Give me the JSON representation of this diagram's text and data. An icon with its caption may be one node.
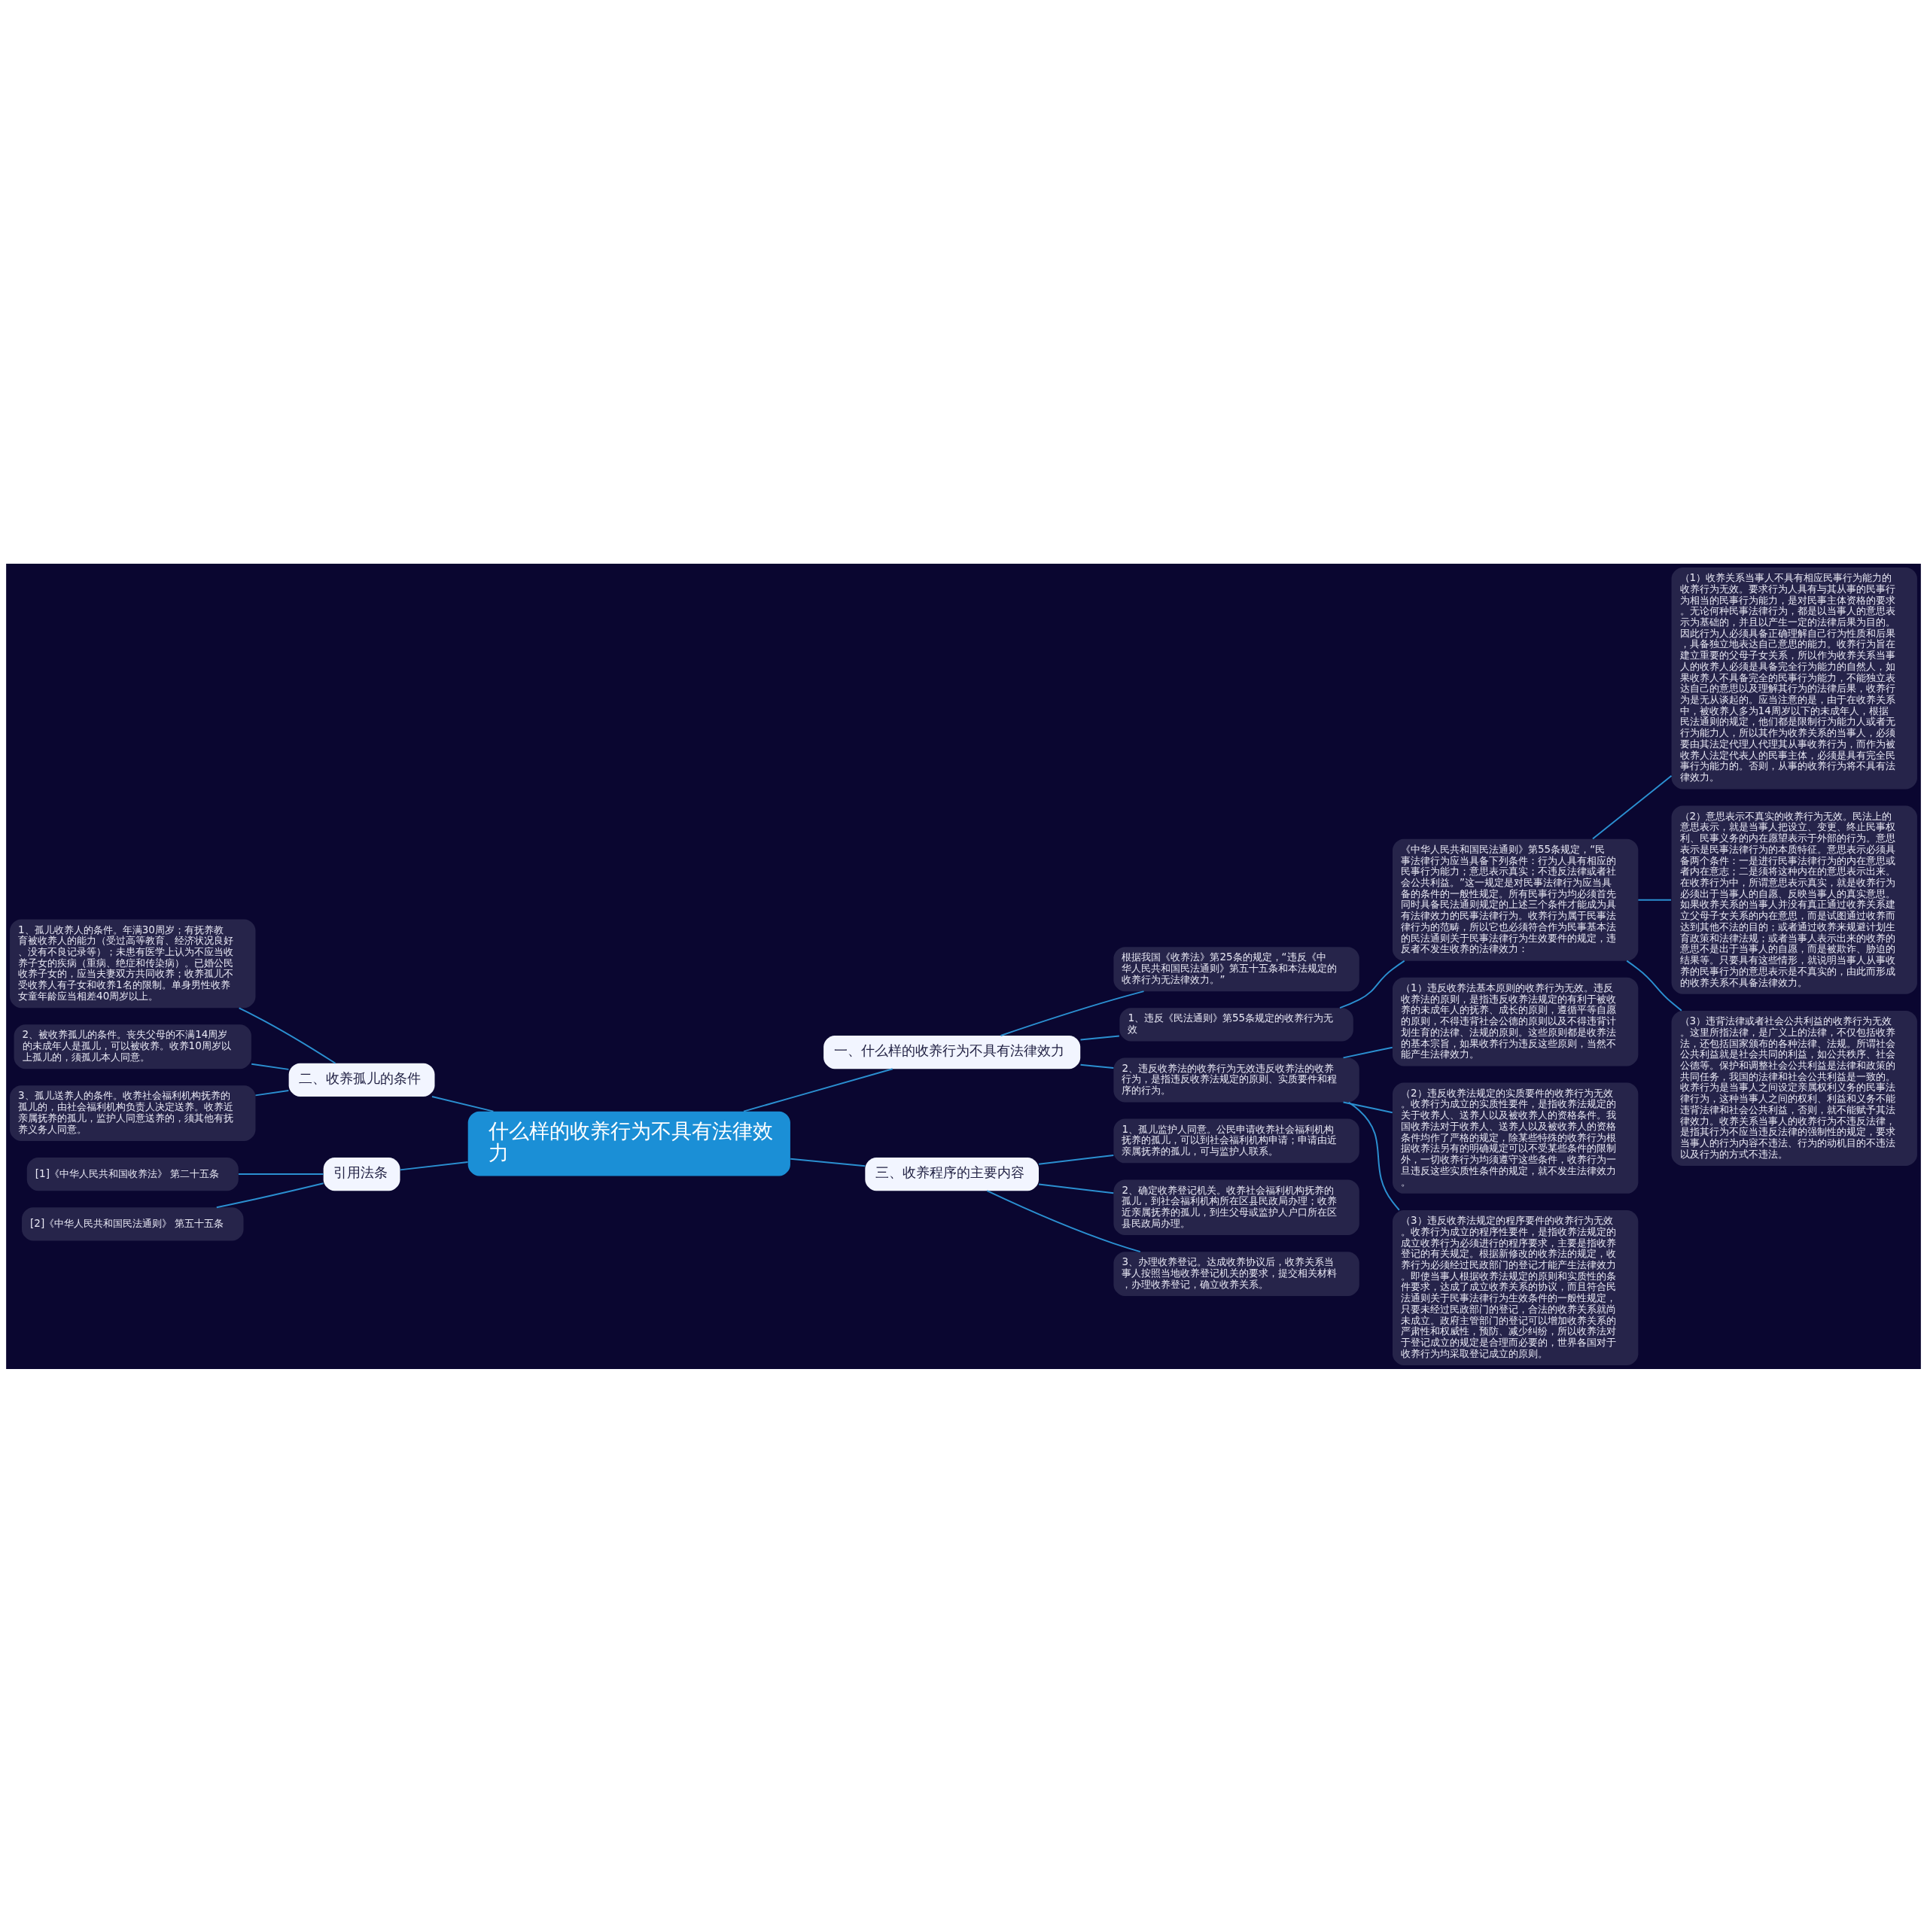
{
  "diagram": {
    "nodes": [
      {
        "text": [
          "什么样的收养行为不具有法律效力"
        ]
      },
      {
        "text": [
          "一、什么样的收养行为不具有法律效力"
        ]
      },
      {
        "text": [
          "根据我国《收养法》第25条的规定，“违反《中华人民共和国民法通则》第五十五条和本法规定的收养行为无法律效力。”"
        ]
      },
      {
        "text": [
          "1、违反《民法通则》第55条规定的收养行为无效"
        ]
      },
      {
        "text": [
          "《中华人民共和国民法通则》第55条规定，“民事法律行为应当具备下列条件：行为人具有相应的民事行为能力；意思表示真实；不违反法律或者社会公共利益。”这一规定是对民事法律行为应当具备的条件的一般性规定。所有民事行为均必须首先同时具备民法通则规定的上述三个条件才能成为具有法律效力的民事法律行为。收养行为属于民事法律行为的范畴，所以它也必须符合作为民事基本法的民法通则关于民事法律行为生效要件的规定，违反者不发生收养的法律效力："
        ]
      },
      {
        "text": [
          "（1）收养关系当事人不具有相应民事行为能力的收养行为无效。要求行为人具有与其从事的民事行为相当的民事行为能力，是对民事主体资格的要求。无论何种民事法律行为，都是以当事人的意思表示为基础的，并且以产生一定的法律后果为目的。因此行为人必须具备正确理解自己行为性质和后果，具备独立地表达自己意思的能力。收养行为旨在建立重要的父母子女关系，所以作为收养关系当事人的收养人必须是具备完全行为能力的自然人，如果收养人不具备完全的民事行为能力，不能独立表达自己的意思以及理解其行为的法律后果，收养行为是无从谈起的。应当注意的是，由于在收养关系中，被收养人多为14周岁以下的未成年人，根据民法通则的规定，他们都是限制行为能力人或者无行为能力人，所以其作为收养关系的当事人，必须要由其法定代理人代理其从事收养行为，而作为被收养人法定代表人的民事主体，必须是具有完全民事行为能力的。否则，从事的收养行为将不具有法律效力。"
        ]
      },
      {
        "text": [
          "（2）意思表示不真实的收养行为无效。民法上的意思表示，就是当事人把设立、变更、终止民事权利、民事义务的内在愿望表示于外部的行为。意思表示是民事法律行为的本质特征。意思表示必须具备两个条件：一是进行民事法律行为的内在意思或者内在意志；二是须将这种内在的意思表示出来。在收养行为中，所谓意思表示真实，就是收养行为必须出于当事人的自愿、反映当事人的真实意思。如果收养关系的当事人并没有真正通过收养关系建立父母子女关系的内在意思，而是试图通过收养而达到其他不法的目的；或者通过收养来规避计划生育政策和法律法规；或者当事人表示出来的收养的意思不是出于当事人的自愿，而是被欺诈、胁迫的结果等。只要具有这些情形，就说明当事人从事收养的民事行为的意思表示是不真实的，由此而形成的收养关系不具备法律效力。"
        ]
      },
      {
        "text": [
          "（3）违背法律或者社会公共利益的收养行为无效。这里所指法律，是广义上的法律，不仅包括收养法，还包括国家颁布的各种法律、法规。所谓社会公共利益就是社会共同的利益，如公共秩序、社会公德等。保护和调整社会公共利益是法律和政策的共同任务，我国的法律和社会公共利益是一致的。收养行为是当事人之间设定亲属权利义务的民事法律行为，这种当事人之间的权利、利益和义务不能违背法律和社会公共利益，否则，就不能赋予其法律效力。收养关系当事人的收养行为不违反法律，是指其行为不应当违反法律的强制性的规定，要求当事人的行为内容不违法、行为的动机目的不违法以及行为的方式不违法。"
        ]
      },
      {
        "text": [
          "2、违反收养法的收养行为无效违反收养法的收养行为，是指违反收养法规定的原则、实质要件和程序的行为。"
        ]
      },
      {
        "text": [
          "（1）违反收养法基本原则的收养行为无效。违反收养法的原则，是指违反收养法规定的有利于被收养的未成年人的抚养、成长的原则，遵循平等自愿的原则，不得违背社会公德的原则以及不得违背计划生育的法律、法规的原则。这些原则都是收养法的基本宗旨，如果收养行为违反这些原则，当然不能产生法律效力。"
        ]
      },
      {
        "text": [
          "（2）违反收养法规定的实质要件的收养行为无效。收养行为成立的实质性要件，是指收养法规定的关于收养人、送养人以及被收养人的资格条件。我国收养法对于收养人、送养人以及被收养人的资格条件均作了严格的规定，除某些特殊的收养行为根据收养法另有的明确规定可以不受某些条件的限制外，一切收养行为均须遵守这些条件，收养行为一旦违反这些实质性条件的规定，就不发生法律效力。"
        ]
      },
      {
        "text": [
          "（3）违反收养法规定的程序要件的收养行为无效。收养行为成立的程序性要件，是指收养法规定的成立收养行为必须进行的程序要求，主要是指收养登记的有关规定。根据新修改的收养法的规定，收养行为必须经过民政部门的登记才能产生法律效力。即使当事人根据收养法规定的原则和实质性的条件要求，达成了成立收养关系的协议，而且符合民法通则关于民事法律行为生效条件的一般性规定，只要未经过民政部门的登记，合法的收养关系就尚未成立。政府主管部门的登记可以增加收养关系的严肃性和权威性，预防、减少纠纷，所以收养法对于登记成立的规定是合理而必要的，世界各国对于收养行为均采取登记成立的原则。"
        ]
      },
      {
        "text": [
          "三、收养程序的主要内容"
        ]
      },
      {
        "text": [
          "1、孤儿监护人同意。公民申请收养社会福利机构抚养的孤儿，可以到社会福利机构申请；申请由近亲属抚养的孤儿，可与监护人联系。"
        ]
      },
      {
        "text": [
          "2、确定收养登记机关。收养社会福利机构抚养的孤儿，到社会福利机构所在区县民政局办理；收养近亲属抚养的孤儿，到生父母或监护人户口所在区县民政局办理。"
        ]
      },
      {
        "text": [
          "3、办理收养登记。达成收养协议后，收养关系当事人按照当地收养登记机关的要求，提交相关材料，办理收养登记，确立收养关系。"
        ]
      },
      {
        "text": [
          "二、收养孤儿的条件"
        ]
      },
      {
        "text": [
          "1、孤儿收养人的条件。年满30周岁；有抚养教育被收养人的能力（受过高等教育、经济状况良好、没有不良记录等）；未患有医学上认为不应当收养子女的疾病（重病、绝症和传染病）。已婚公民收养子女的，应当夫妻双方共同收养；收养孤儿不受收养人有子女和收养1名的限制。单身男性收养女童年龄应当相差40周岁以上。"
        ]
      },
      {
        "text": [
          "2、被收养孤儿的条件。丧失父母的不满14周岁的未成年人是孤儿，可以被收养。收养10周岁以上孤儿的，须孤儿本人同意。"
        ]
      },
      {
        "text": [
          "3、孤儿送养人的条件。收养社会福利机构抚养的孤儿的，由社会福利机构负责人决定送养。收养近亲属抚养的孤儿，监护人同意送养的，须其他有抚养义务人同意。"
        ]
      },
      {
        "text": [
          "引用法条"
        ]
      },
      {
        "text": [
          "[1]《中华人民共和国收养法》 第二十五条"
        ]
      },
      {
        "text": [
          "[2]《中华人民共和国民法通则》 第五十五条"
        ]
      }
    ],
    "edges": [
      {
        "from": 0,
        "to": 1,
        "arrow": "none"
      },
      {
        "from": 1,
        "to": 2,
        "arrow": "none"
      },
      {
        "from": 1,
        "to": 3,
        "arrow": "none"
      },
      {
        "from": 3,
        "to": 4,
        "arrow": "none"
      },
      {
        "from": 4,
        "to": 5,
        "arrow": "none"
      },
      {
        "from": 4,
        "to": 6,
        "arrow": "none"
      },
      {
        "from": 4,
        "to": 7,
        "arrow": "none"
      },
      {
        "from": 1,
        "to": 8,
        "arrow": "none"
      },
      {
        "from": 8,
        "to": 9,
        "arrow": "none"
      },
      {
        "from": 8,
        "to": 10,
        "arrow": "none"
      },
      {
        "from": 8,
        "to": 11,
        "arrow": "none"
      },
      {
        "from": 0,
        "to": 12,
        "arrow": "none"
      },
      {
        "from": 12,
        "to": 13,
        "arrow": "none"
      },
      {
        "from": 12,
        "to": 14,
        "arrow": "none"
      },
      {
        "from": 12,
        "to": 15,
        "arrow": "none"
      },
      {
        "from": 0,
        "to": 16,
        "arrow": "none"
      },
      {
        "from": 16,
        "to": 17,
        "arrow": "none"
      },
      {
        "from": 16,
        "to": 18,
        "arrow": "none"
      },
      {
        "from": 16,
        "to": 19,
        "arrow": "none"
      },
      {
        "from": 0,
        "to": 20,
        "arrow": "none"
      },
      {
        "from": 20,
        "to": 21,
        "arrow": "none"
      },
      {
        "from": 20,
        "to": 22,
        "arrow": "none"
      }
    ]
  }
}
